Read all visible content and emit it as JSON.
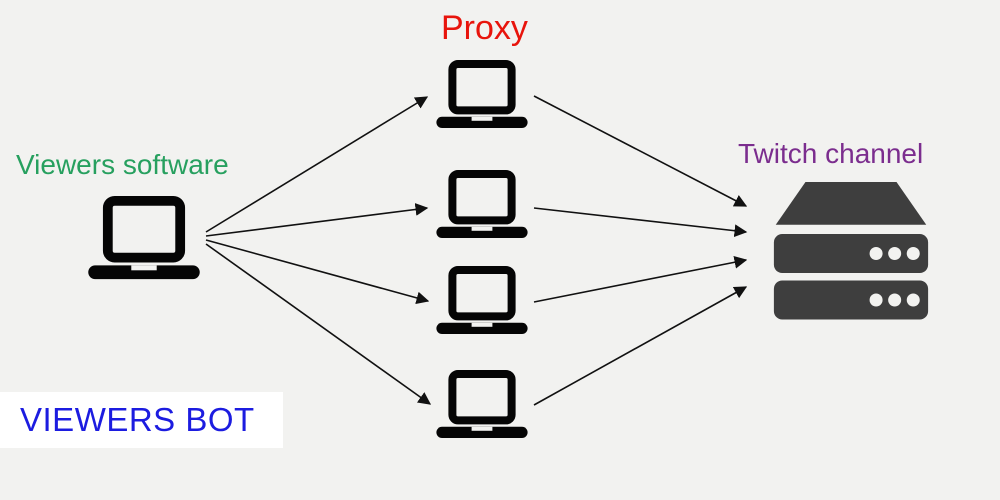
{
  "diagram": {
    "labels": {
      "source": "Viewers software",
      "middle": "Proxy",
      "target": "Twitch channel",
      "caption": "VIEWERS BOT"
    },
    "colors": {
      "background": "#f2f2f0",
      "source_label": "#27a05f",
      "middle_label": "#e8140c",
      "target_label": "#7b2d8e",
      "caption_text": "#1c1ce0",
      "caption_background": "#ffffff",
      "laptop_icon": "#050505",
      "server_icon": "#3e3e3e",
      "arrow": "#111111"
    },
    "icons": {
      "source": "laptop-icon",
      "proxy": "laptop-icon",
      "target": "server-rack-icon",
      "connector": "arrow-icon"
    },
    "structure": {
      "source_count": 1,
      "proxy_count": 4,
      "target_count": 1,
      "connections": "source laptop fans out to 4 proxy laptops; each proxy points to the Twitch channel server"
    }
  }
}
